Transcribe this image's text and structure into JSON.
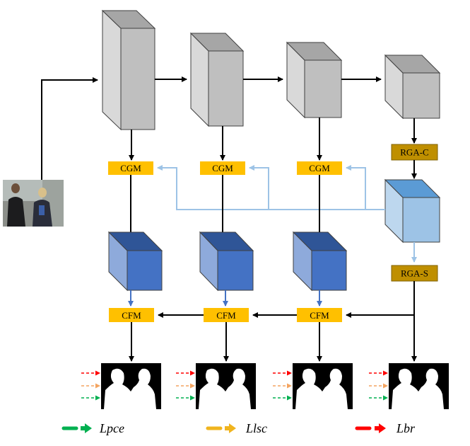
{
  "labels": {
    "cgm": "CGM",
    "cfm": "CFM",
    "rga_c": "RGA-C",
    "rga_s": "RGA-S"
  },
  "legend": [
    {
      "label": "Lpce",
      "color": "#00b050"
    },
    {
      "label": "Llsc",
      "color": "#f0b41e"
    },
    {
      "label": "Lbr",
      "color": "#ff0000"
    }
  ],
  "colors": {
    "module_fill": "#ffc000",
    "rga_fill": "#bf8f00",
    "gray_front": "#bfbfbf",
    "gray_side": "#d9d9d9",
    "gray_top": "#a6a6a6",
    "blue_front": "#4472c4",
    "blue_side": "#8eaadb",
    "blue_top": "#2f5597",
    "lightblue_front": "#9dc3e6",
    "lightblue_side": "#bdd7ee",
    "lightblue_top": "#5b9bd5",
    "light_arrow": "#9dc3e6",
    "blue_arrow": "#4472c4"
  },
  "input_image": {
    "description_icon": "photo-icon"
  }
}
